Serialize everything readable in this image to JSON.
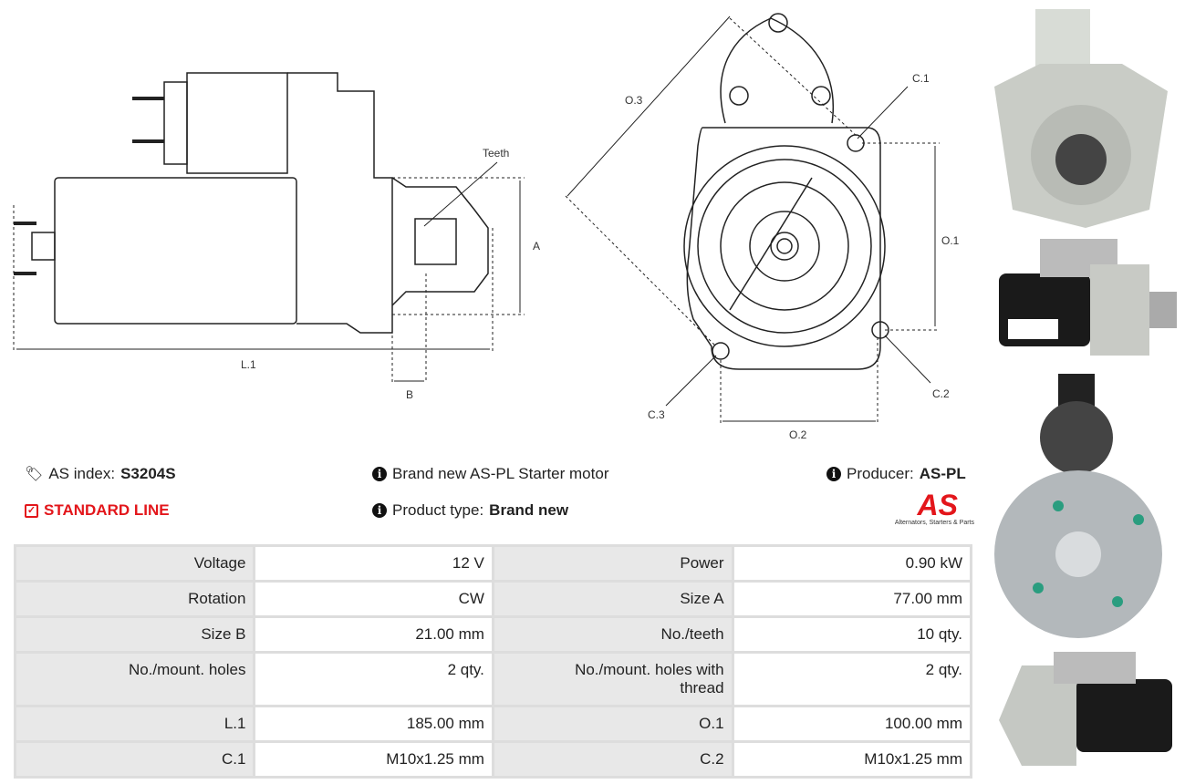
{
  "diagram": {
    "teeth": "Teeth",
    "a": "A",
    "l1": "L.1",
    "b": "B",
    "o3": "O.3",
    "c1": "C.1",
    "o1": "O.1",
    "c2": "C.2",
    "c3": "C.3",
    "o2": "O.2"
  },
  "info": {
    "as_index_label": "AS index:",
    "as_index_value": "S3204S",
    "line": "STANDARD LINE",
    "description": "Brand new AS-PL Starter motor",
    "product_type_label": "Product type:",
    "product_type_value": "Brand new",
    "producer_label": "Producer:",
    "producer_value": "AS-PL"
  },
  "logo": {
    "text": "AS",
    "tagline": "Alternators, Starters & Parts"
  },
  "colors": {
    "accent": "#e3161b"
  },
  "specs": [
    [
      {
        "k": "Voltage",
        "v": "12 V"
      },
      {
        "k": "Power",
        "v": "0.90 kW"
      }
    ],
    [
      {
        "k": "Rotation",
        "v": "CW"
      },
      {
        "k": "Size A",
        "v": "77.00 mm"
      }
    ],
    [
      {
        "k": "Size B",
        "v": "21.00 mm"
      },
      {
        "k": "No./teeth",
        "v": "10 qty."
      }
    ],
    [
      {
        "k": "No./mount. holes",
        "v": "2 qty."
      },
      {
        "k": "No./mount. holes with thread",
        "v": "2 qty."
      }
    ],
    [
      {
        "k": "L.1",
        "v": "185.00 mm"
      },
      {
        "k": "O.1",
        "v": "100.00 mm"
      }
    ],
    [
      {
        "k": "C.1",
        "v": "M10x1.25 mm"
      },
      {
        "k": "C.2",
        "v": "M10x1.25 mm"
      }
    ]
  ]
}
